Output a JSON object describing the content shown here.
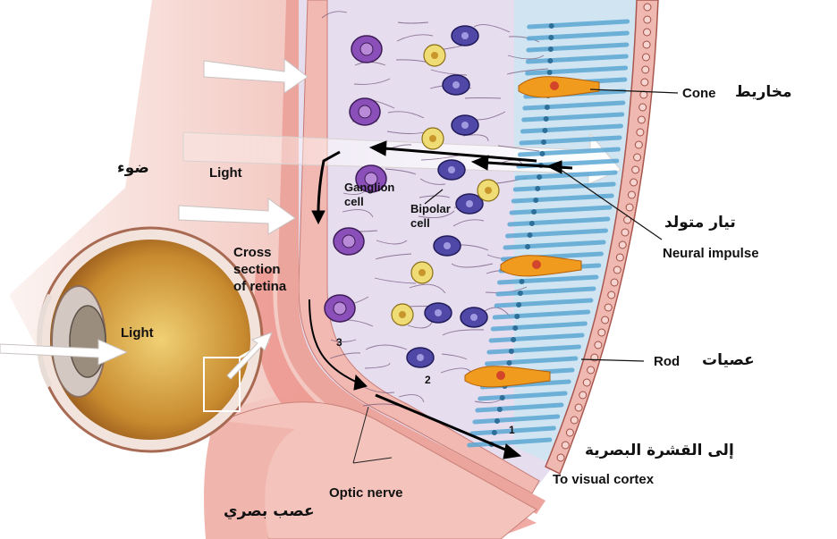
{
  "labels": {
    "light_upper": "Light",
    "light_ar": "ضوء",
    "light_eye": "Light",
    "cross_section": [
      "Cross",
      "section",
      "of retina"
    ],
    "ganglion": [
      "Ganglion",
      "cell"
    ],
    "bipolar": [
      "Bipolar",
      "cell"
    ],
    "cone_en": "Cone",
    "cone_ar": "مخاريط",
    "impulse_ar": "تيار متولد",
    "impulse_en": "Neural impulse",
    "rod_en": "Rod",
    "rod_ar": "عصيات",
    "cortex_ar": "إلى القشرة البصرية",
    "cortex_en": "To visual cortex",
    "optic_en": "Optic nerve",
    "optic_ar": "عصب بصري",
    "layer_numbers": [
      "1",
      "2",
      "3"
    ]
  },
  "colors": {
    "tissue": "#e9a9a2",
    "retina": "#ddd6ec",
    "photoreceptor_zone": "#bfe0ee",
    "ganglion_cell": "#8a4fb8",
    "bipolar_cell": "#5048a6",
    "amacrine_cell": "#f0dc74",
    "cone_cell": "#f09a1e",
    "rod_cell": "#5aa7d4",
    "arrow": "#000000"
  }
}
